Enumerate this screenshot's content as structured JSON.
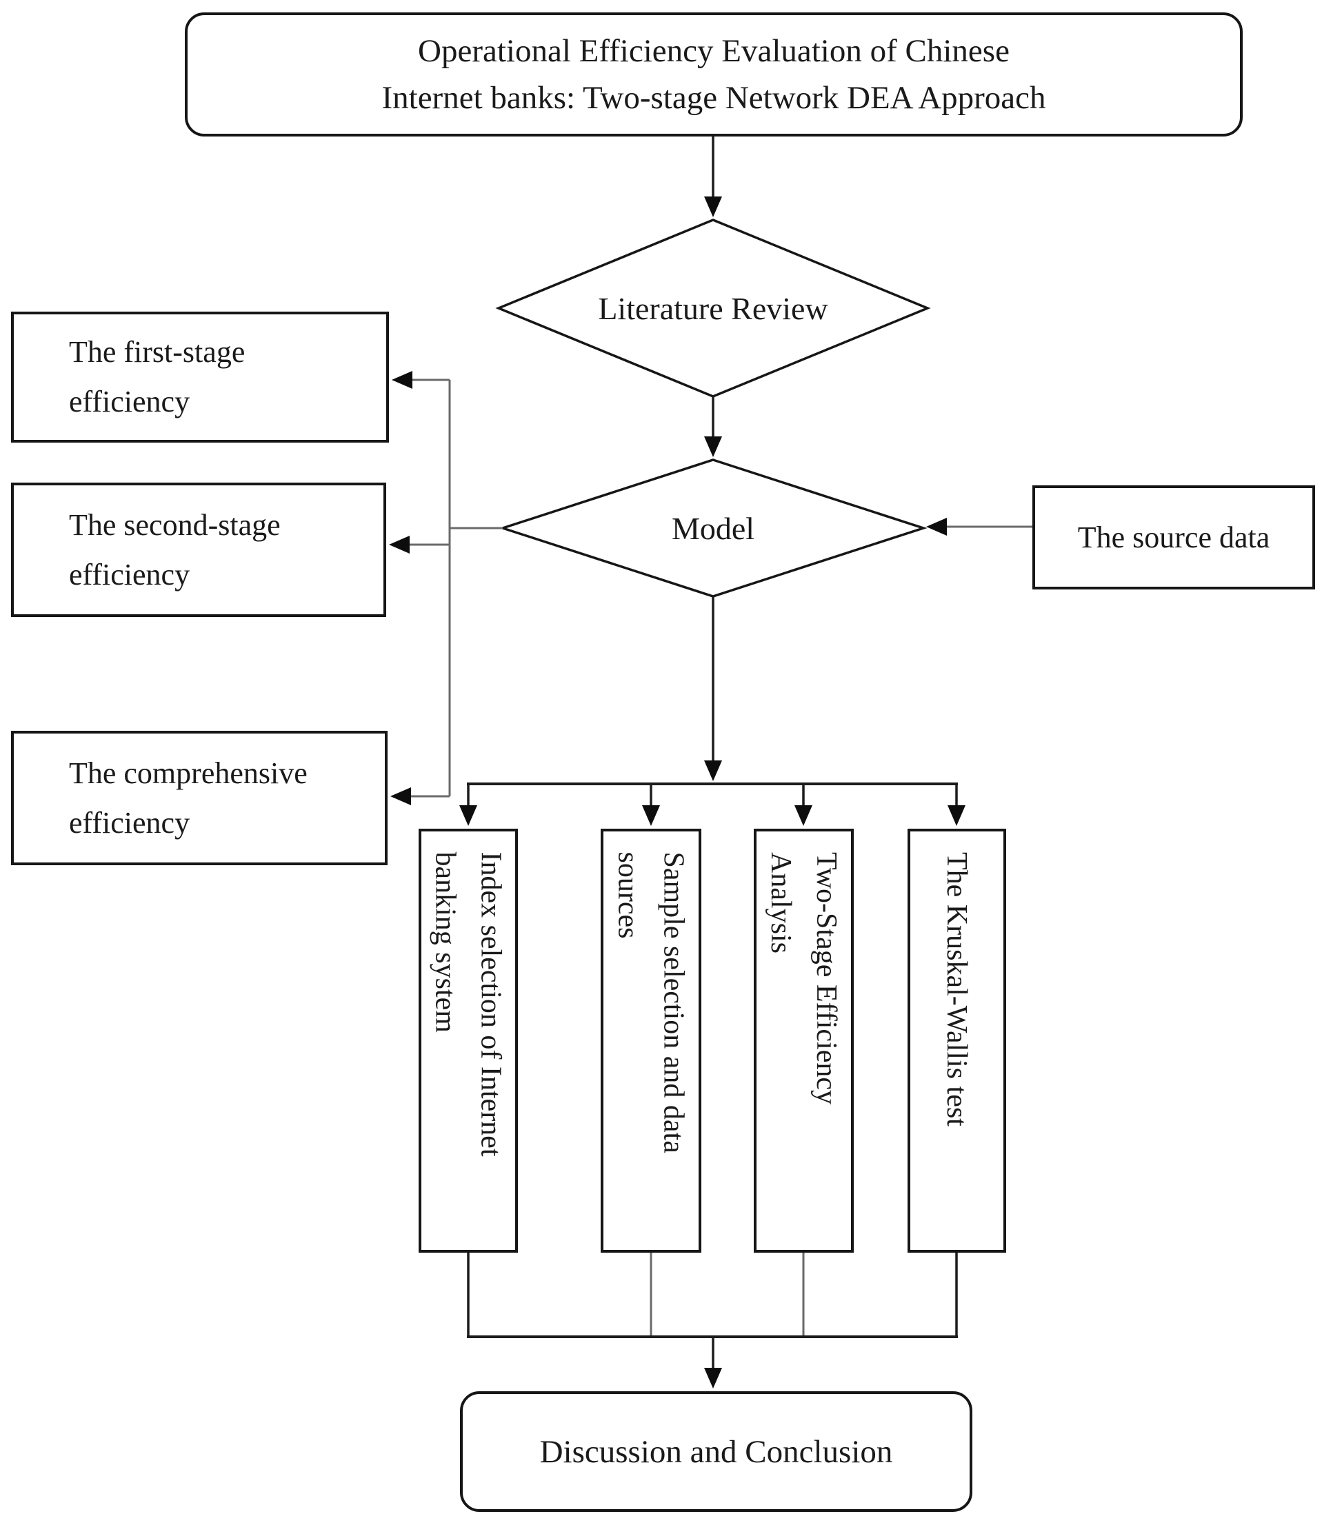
{
  "title": {
    "text": "Operational Efficiency Evaluation of Chinese\nInternet banks: Two-stage Network DEA Approach"
  },
  "literature_diamond": {
    "label": "Literature Review"
  },
  "model_diamond": {
    "label": "Model"
  },
  "efficiency_boxes": [
    {
      "text": "The first-stage\nefficiency"
    },
    {
      "text": "The second-stage\nefficiency"
    },
    {
      "text": "The comprehensive\nefficiency"
    }
  ],
  "source_data_box": {
    "label": "The source data"
  },
  "method_boxes": [
    {
      "text": "Index selection of Internet\nbanking system"
    },
    {
      "text": "Sample selection and data\nsources"
    },
    {
      "text": "Two-Stage Efficiency\nAnalysis"
    },
    {
      "text": "The Kruskal-Wallis test"
    }
  ],
  "conclusion_box": {
    "label": "Discussion and Conclusion"
  },
  "colors": {
    "border": "#161616",
    "connector": "#6a6a6a",
    "main_line": "#1c1c1c",
    "arrow": "#0d0d0d",
    "background": "#ffffff",
    "text": "#1a1a1a"
  }
}
